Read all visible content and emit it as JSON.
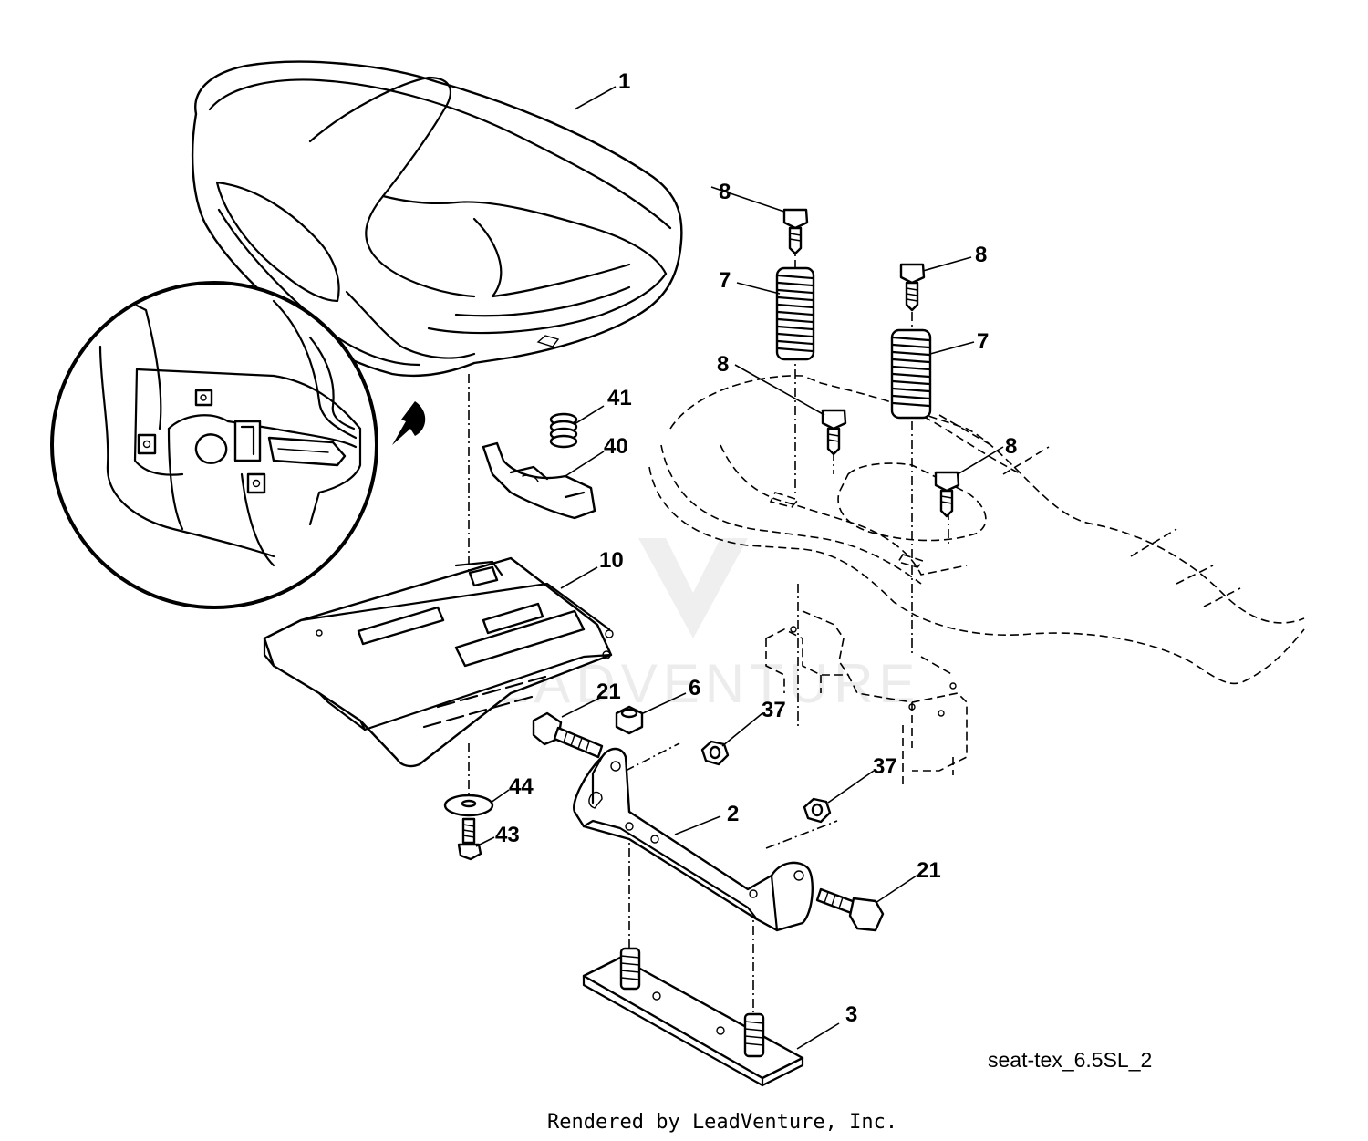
{
  "diagram": {
    "callouts": [
      {
        "id": "c1",
        "label": "1"
      },
      {
        "id": "c2",
        "label": "2"
      },
      {
        "id": "c3",
        "label": "3"
      },
      {
        "id": "c6",
        "label": "6"
      },
      {
        "id": "c7a",
        "label": "7"
      },
      {
        "id": "c7b",
        "label": "7"
      },
      {
        "id": "c8a",
        "label": "8"
      },
      {
        "id": "c8b",
        "label": "8"
      },
      {
        "id": "c8c",
        "label": "8"
      },
      {
        "id": "c8d",
        "label": "8"
      },
      {
        "id": "c10",
        "label": "10"
      },
      {
        "id": "c21a",
        "label": "21"
      },
      {
        "id": "c21b",
        "label": "21"
      },
      {
        "id": "c37a",
        "label": "37"
      },
      {
        "id": "c37b",
        "label": "37"
      },
      {
        "id": "c40",
        "label": "40"
      },
      {
        "id": "c41",
        "label": "41"
      },
      {
        "id": "c43",
        "label": "43"
      },
      {
        "id": "c44",
        "label": "44"
      }
    ],
    "reference_code": "seat-tex_6.5SL_2",
    "credit": "Rendered by LeadVenture, Inc.",
    "watermark": "LEADVENTURE"
  }
}
